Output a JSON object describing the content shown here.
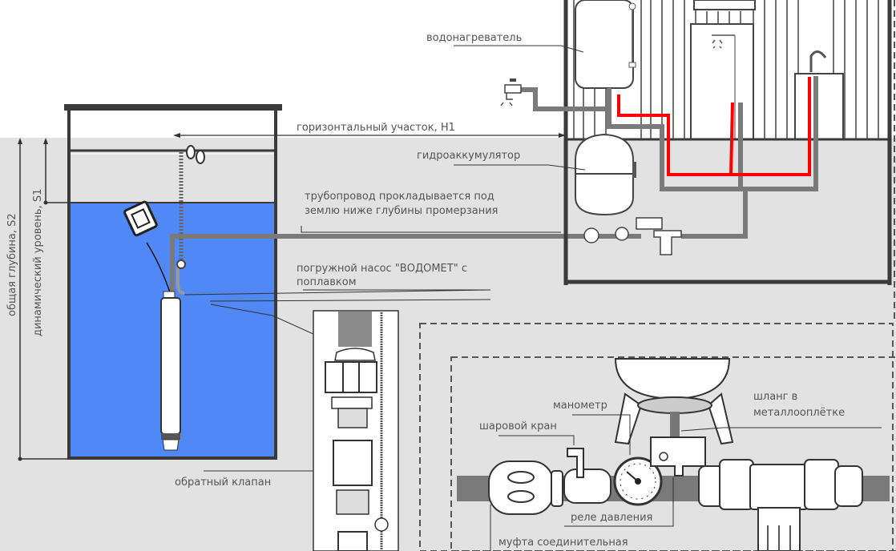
{
  "colors": {
    "water": "#5089f5",
    "ground": "#e2e2e2",
    "pipe": "#7a7a7a",
    "hot_pipe": "#ff0000",
    "wall": "#3a3a3a",
    "label": "#555555"
  },
  "labels": {
    "water_heater": "водонагреватель",
    "horizontal_section": "горизонтальный участок, H1",
    "accumulator": "гидроаккумулятор",
    "pipeline_line1": "трубопровод прокладывается под",
    "pipeline_line2": "землю ниже глубины промерзания",
    "pump_line1": "погружной насос \"ВОДОМЕТ\" с",
    "pump_line2": "поплавком",
    "check_valve": "обратный клапан",
    "total_depth": "общая глубина, S2",
    "dynamic_level": "динамический уровень, S1",
    "manometer": "манометр",
    "ball_valve": "шаровой кран",
    "hose_line1": "шланг в",
    "hose_line2": "металлооплётке",
    "pressure_switch": "реле давления",
    "coupling": "муфта соединительная"
  },
  "icons": {
    "faucet": "outdoor-tap-icon",
    "shower": "shower-icon",
    "sink": "sink-mixer-icon",
    "gauge": "pressure-gauge-icon",
    "float": "float-switch-icon"
  }
}
